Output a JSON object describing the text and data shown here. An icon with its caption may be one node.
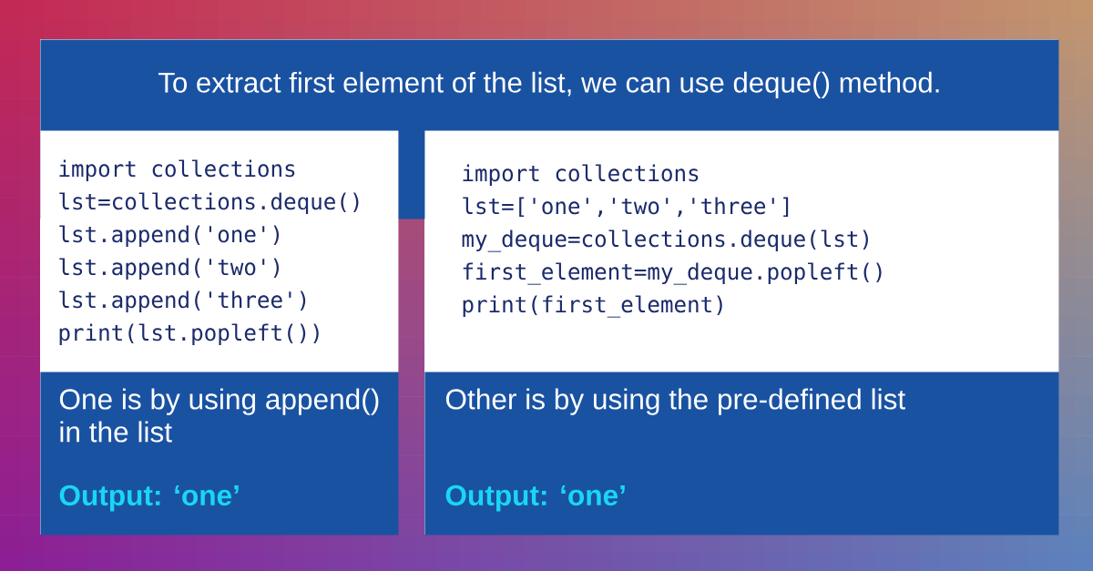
{
  "diagram": {
    "title": "To extract first element of the list, we can use deque() method.",
    "nodes": [
      {
        "text": [
          "import collections",
          "lst=collections.deque()",
          "lst.append('one')",
          "lst.append('two')",
          "lst.append('three')",
          "print(lst.popleft())"
        ]
      },
      {
        "text": [
          "One is by using append() in the list",
          "Output: ‘one’"
        ]
      },
      {
        "text": [
          "import collections",
          "lst=['one','two','three']",
          "my_deque=collections.deque(lst)",
          "first_element=my_deque.popleft()",
          "print(first_element)"
        ]
      },
      {
        "text": [
          "Other is by using the pre-defined list",
          "Output: ‘one’"
        ]
      }
    ]
  }
}
